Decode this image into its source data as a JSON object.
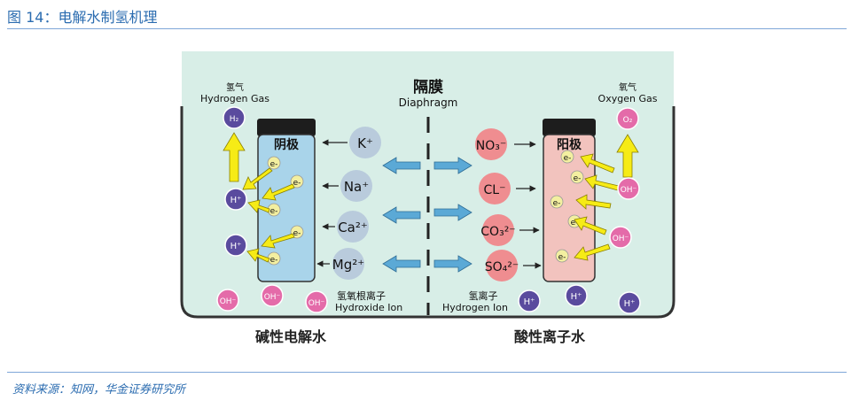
{
  "figure_title": "图 14：电解水制氢机理",
  "source_note": "资料来源：知网，华金证券研究所",
  "diagram": {
    "diaphragm_cn": "隔膜",
    "diaphragm_en": "Diaphragm",
    "left_gas_cn": "氢气",
    "left_gas_en": "Hydrogen Gas",
    "right_gas_cn": "氧气",
    "right_gas_en": "Oxygen Gas",
    "h2": "H₂",
    "o2": "O₂",
    "cathode": "阴极",
    "anode": "阳极",
    "cations": [
      "K⁺",
      "Na⁺",
      "Ca²⁺",
      "Mg²⁺"
    ],
    "anions": [
      "NO₃⁻",
      "CL⁻",
      "CO₃²⁻",
      "SO₄²⁻"
    ],
    "electron": "e-",
    "h_plus": "H⁺",
    "oh_minus": "OH⁻",
    "hydroxide_cn": "氢氧根离子",
    "hydroxide_en": "Hydroxide Ion",
    "hydrogen_ion_cn": "氢离子",
    "hydrogen_ion_en": "Hydrogen Ion",
    "left_bottom": "碱性电解水",
    "right_bottom": "酸性离子水",
    "colors": {
      "water": "#d8eee7",
      "cathode": "#a9d4ea",
      "anode": "#f2c3be",
      "cation_ball": "#b9cbdc",
      "anion_ball": "#ef8d90",
      "h_ball": "#5a4b9e",
      "oh_ball": "#e46ba9",
      "electron_ball": "#f3efa0",
      "yellow_arrow": "#f6eb16",
      "blue_arrow": "#5ba9d6"
    }
  }
}
